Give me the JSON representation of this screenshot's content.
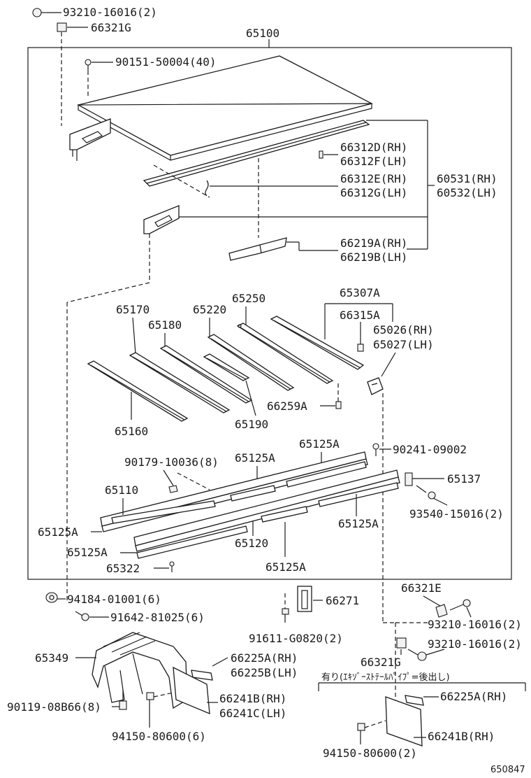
{
  "labels": {
    "p93210_16016_2_top": "93210-16016(2)",
    "p66321G_top": "66321G",
    "p65100": "65100",
    "p90151_50004": "90151-50004(40)",
    "p66312D": "66312D(RH)",
    "p66312F": "66312F(LH)",
    "p66312E": "66312E(RH)",
    "p66312G": "66312G(LH)",
    "p60531": "60531(RH)",
    "p60532": "60532(LH)",
    "p66219A": "66219A(RH)",
    "p66219B": "66219B(LH)",
    "p65307A": "65307A",
    "p66315A": "66315A",
    "p65026": "65026(RH)",
    "p65027": "65027(LH)",
    "p65250": "65250",
    "p65220": "65220",
    "p65170": "65170",
    "p65180": "65180",
    "p66259A": "66259A",
    "p65190": "65190",
    "p65160": "65160",
    "p65125A_1": "65125A",
    "p65125A_2": "65125A",
    "p90241_09002": "90241-09002",
    "p90179_10036": "90179-10036(8)",
    "p65110": "65110",
    "p65137": "65137",
    "p93540_15016": "93540-15016(2)",
    "p65125A_3": "65125A",
    "p65125A_4": "65125A",
    "p65125A_5": "65125A",
    "p65120": "65120",
    "p65125A_6": "65125A",
    "p65322": "65322",
    "p66321E": "66321E",
    "p94184_01001": "94184-01001(6)",
    "p66271": "66271",
    "p91642_81025": "91642-81025(6)",
    "p93210_16016_2_mid": "93210-16016(2)",
    "p91611_G0820": "91611-G0820(2)",
    "p93210_16016_2_low": "93210-16016(2)",
    "p65349": "65349",
    "p66225A_1": "66225A(RH)",
    "p66225B": "66225B(LH)",
    "p66321G_low": "66321G",
    "p90119_08B66": "90119-08B66(8)",
    "p66241B_1": "66241B(RH)",
    "p66241C": "66241C(LH)",
    "p94150_80600_6": "94150-80600(6)",
    "note_exhaust": "有り(ｴｷｿﾞｰｽﾄﾃｰﾙﾊﾟｲﾌﾟ=後出し)",
    "p66225A_2": "66225A(RH)",
    "p66241B_2": "66241B(RH)",
    "p94150_80600_2": "94150-80600(2)",
    "figure_id": "650847"
  }
}
